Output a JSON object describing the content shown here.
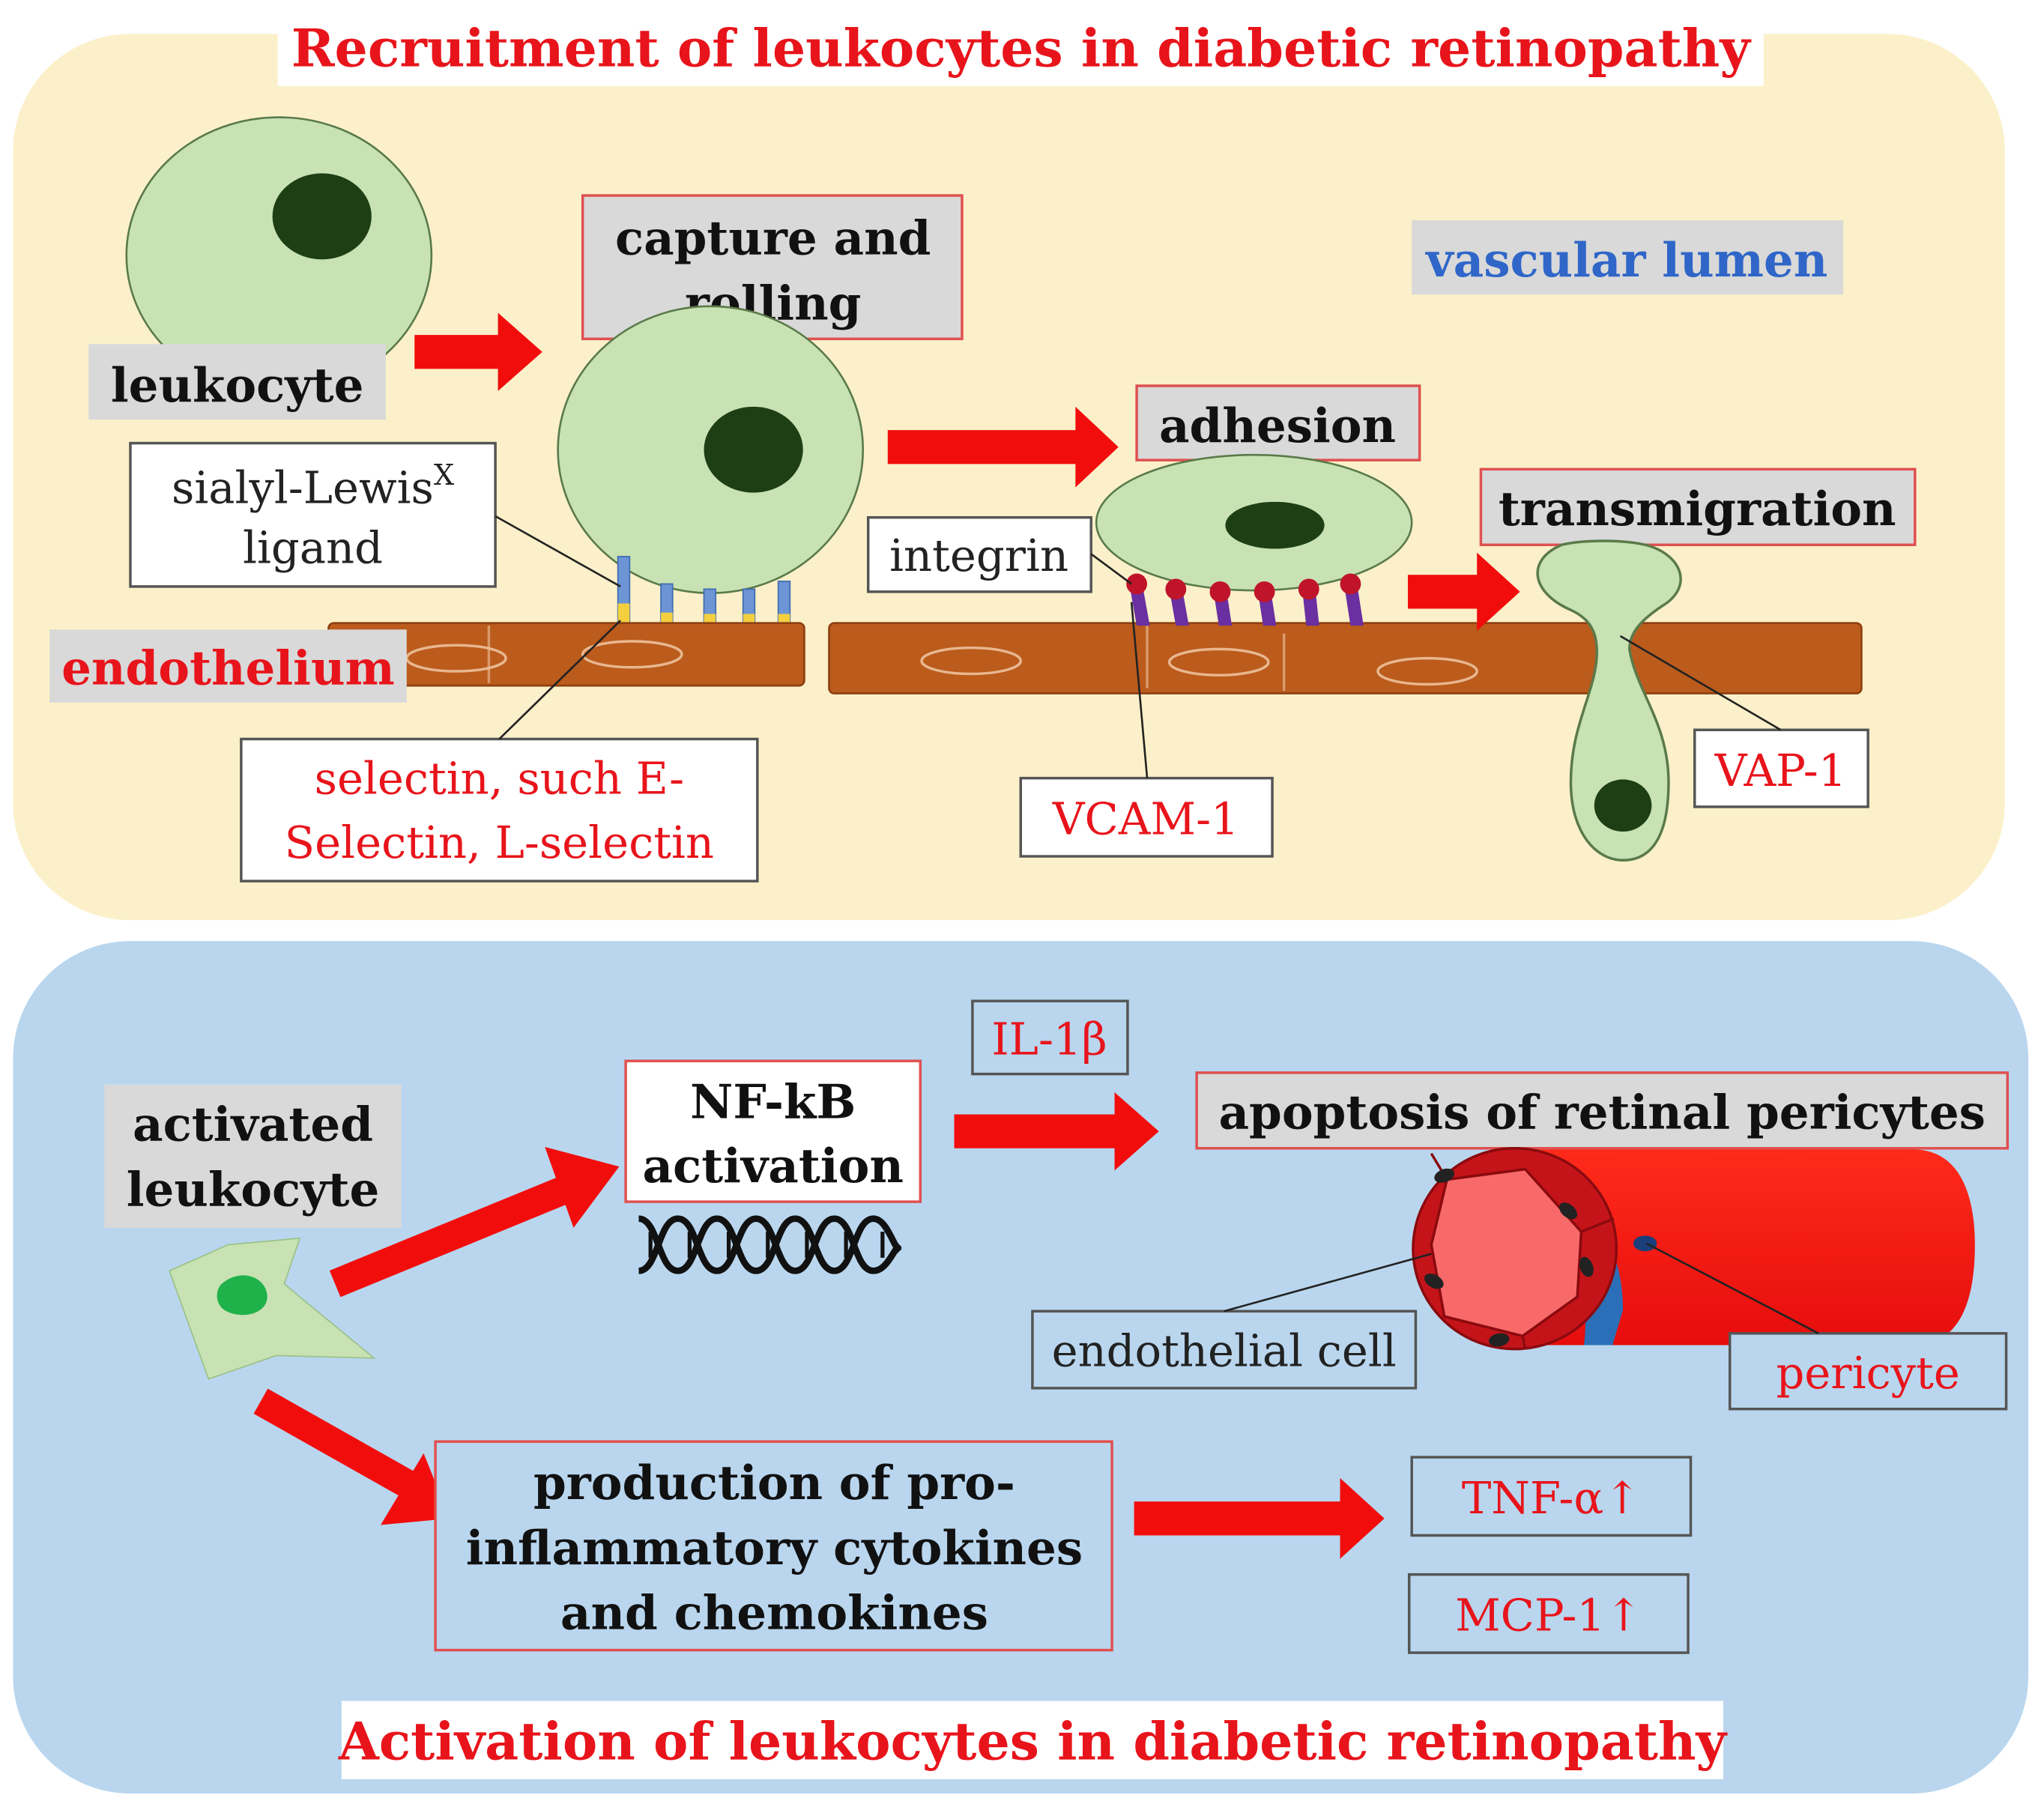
{
  "top_panel": {
    "title": "Recruitment of leukocytes in diabetic retinopathy",
    "vascular_lumen": "vascular lumen",
    "leukocyte": "leukocyte",
    "capture_rolling": [
      "capture and",
      "rolling"
    ],
    "adhesion": "adhesion",
    "transmigration": "transmigration",
    "sialyl_lewis": [
      "sialyl-Lewis",
      "X",
      "ligand"
    ],
    "integrin": "integrin",
    "endothelium": "endothelium",
    "selectin": [
      "selectin, such E-",
      "Selectin, L-selectin"
    ],
    "vcam": "VCAM-1",
    "vap": "VAP-1"
  },
  "bottom_panel": {
    "title": "Activation of leukocytes in diabetic retinopathy",
    "activated_leukocyte": [
      "activated",
      "leukocyte"
    ],
    "nfkb": [
      "NF-kB",
      "activation"
    ],
    "il1b": "IL-1β",
    "apoptosis": "apoptosis of retinal pericytes",
    "endothelial_cell": "endothelial cell",
    "pericyte": "pericyte",
    "production": [
      "production of pro-",
      "inflammatory cytokines",
      "and chemokines"
    ],
    "tnf": "TNF-α↑",
    "mcp": "MCP-1↑"
  },
  "colors": {
    "top_bg": "#fbf0c9",
    "bottom_bg": "#b9d6ee",
    "arrow": "#f20d0d",
    "cell": "#c8e2b4",
    "nucleus": "#1e3f14",
    "endothelium": "#bb5b1c"
  }
}
